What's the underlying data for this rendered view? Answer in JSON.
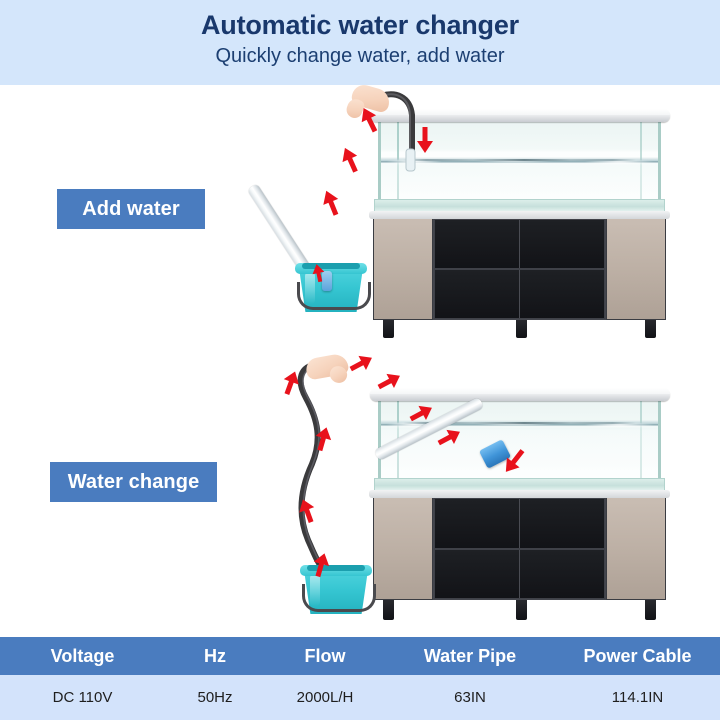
{
  "header": {
    "title": "Automatic water changer",
    "subtitle": "Quickly change water, add water",
    "bg_color": "#d4e6fb",
    "title_color": "#19386c"
  },
  "scenes": [
    {
      "badge_label": "Add water",
      "badge_color": "#4a7cbf",
      "description": "Hand holds tube in bucket of clean water, hose arcs over aquarium rim, water flows down into tank",
      "flow_direction": "up-from-bucket-into-tank"
    },
    {
      "badge_label": "Water change",
      "badge_color": "#4a7cbf",
      "description": "Gravel vacuum tube with blue nozzle inside aquarium, hose curves down into bucket draining dirty water",
      "flow_direction": "out-of-tank-into-bucket"
    }
  ],
  "spec_table": {
    "headers": [
      "Voltage",
      "Hz",
      "Flow",
      "Water Pipe",
      "Power Cable"
    ],
    "values": [
      "DC 110V",
      "50Hz",
      "2000L/H",
      "63IN",
      "114.1IN"
    ],
    "header_bg": "#4a7cbf",
    "row_bg": "#d3e3fb"
  },
  "colors": {
    "bucket": "#36c6d2",
    "arrow": "#e8121c",
    "cabinet_door": "#bdb0a5",
    "cabinet_dark": "#17181c",
    "glass_tint": "#a9ccc6",
    "nozzle": "#3f94d8"
  }
}
